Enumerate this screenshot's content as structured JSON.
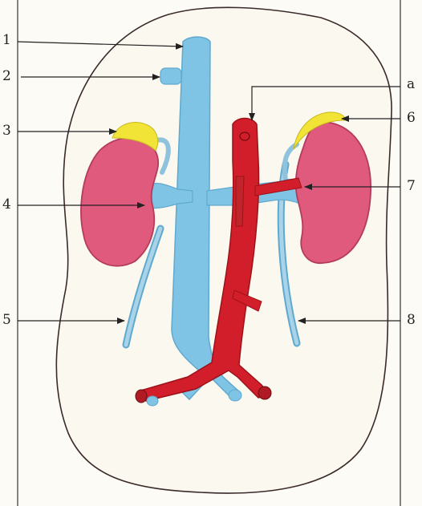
{
  "diagram": {
    "labels": {
      "l1": "1",
      "l2": "2",
      "l3": "3",
      "l4": "4",
      "l5": "5",
      "la": "a",
      "l6": "6",
      "l7": "7",
      "l8": "8"
    },
    "colors": {
      "page_background": "#fdfbf6",
      "body_background": "#fbf8ef",
      "outline": "#3a2a2a",
      "vein": "#7fc4e4",
      "vein_dark": "#5fa9cf",
      "artery": "#d21e2a",
      "artery_dark": "#9d1219",
      "kidney": "#df5a7c",
      "kidney_dark": "#b43b5e",
      "adrenal": "#f2e436",
      "ureter": "#8fc2dc",
      "leader_line": "#222222"
    }
  }
}
